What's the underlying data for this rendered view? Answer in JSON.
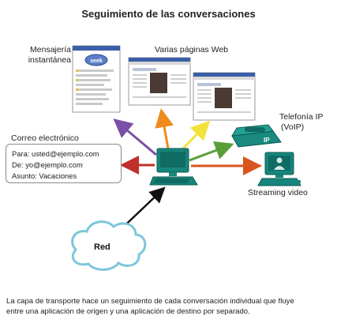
{
  "title": "Seguimiento de las conversaciones",
  "labels": {
    "im": [
      "Mensajería",
      "instantánea"
    ],
    "web": "Varias páginas Web",
    "voip": [
      "Telefonía IP",
      "(VoIP)"
    ],
    "email": "Correo electrónico",
    "streaming": "Streaming video",
    "network": "Red"
  },
  "email_lines": [
    "Para: usted@ejemplo.com",
    "De: yo@ejemplo.com",
    "Asunto: Vacaciones"
  ],
  "im_logo_text": "seek",
  "voip_badge": "IP",
  "caption": [
    "La capa de transporte hace un seguimiento de cada conversación individual que fluye",
    "entre una aplicación de origen y una aplicación de destino por separado."
  ],
  "colors": {
    "arrow_im": "#7b4fa6",
    "arrow_web1": "#f08a1c",
    "arrow_web2": "#f2e23a",
    "arrow_voip": "#5a9e3a",
    "arrow_stream": "#d9541e",
    "arrow_email": "#c0302a",
    "arrow_network": "#111111",
    "device_teal": "#1a8a80",
    "cloud_stroke": "#7cc6dc"
  }
}
